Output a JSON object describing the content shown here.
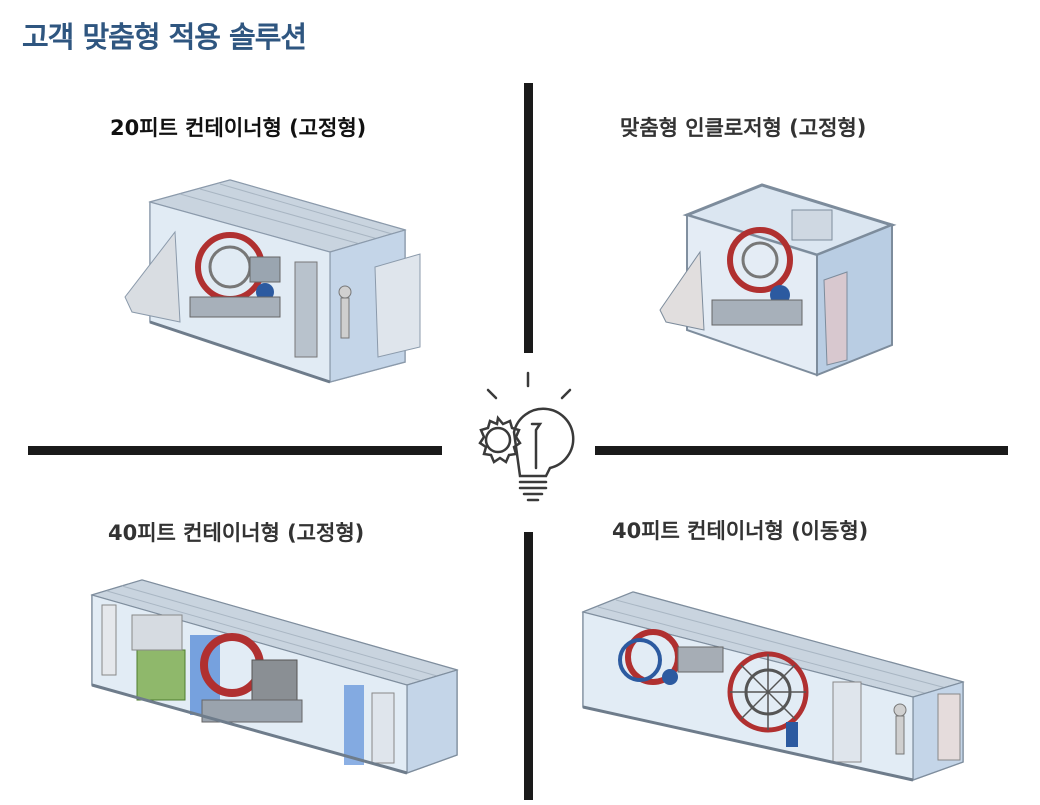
{
  "page": {
    "title": "고객 맞춤형 적용 솔루션",
    "accent_color": "#2f5680"
  },
  "quadrants": [
    {
      "label": "20피트 컨테이너형 (고정형)",
      "color": "#111111",
      "icon": "container-20ft-illustration"
    },
    {
      "label": "맞춤형 인클로저형 (고정형)",
      "color": "#333333",
      "icon": "custom-enclosure-illustration"
    },
    {
      "label": "40피트 컨테이너형 (고정형)",
      "color": "#333333",
      "icon": "container-40ft-fixed-illustration"
    },
    {
      "label": "40피트 컨테이너형 (이동형)",
      "color": "#333333",
      "icon": "container-40ft-mobile-illustration"
    }
  ],
  "center": {
    "icon": "lightbulb-gear-icon"
  }
}
